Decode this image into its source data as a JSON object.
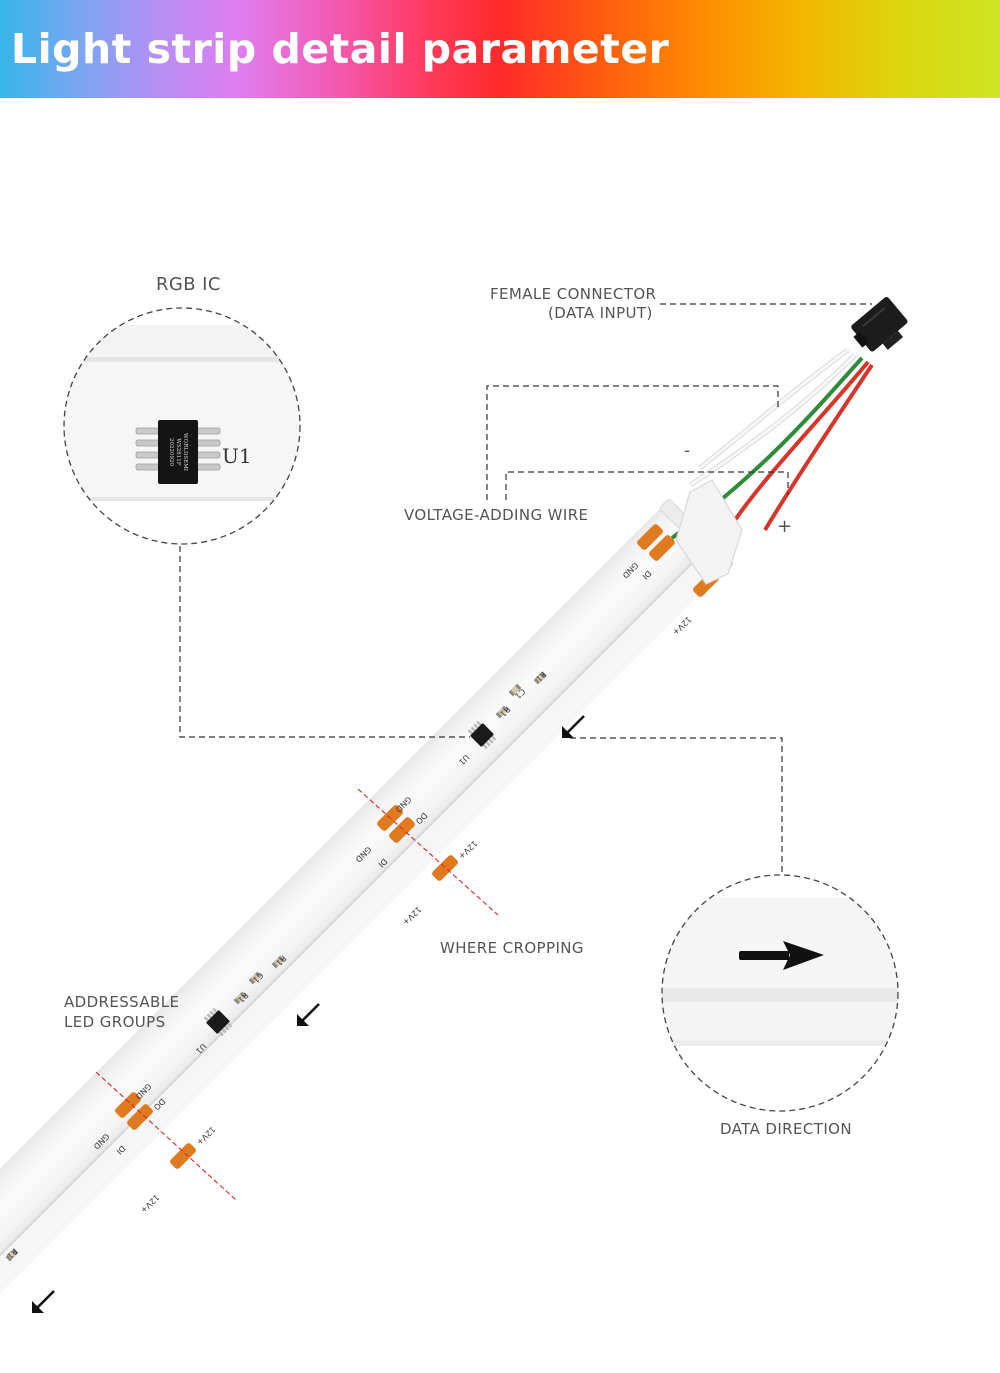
{
  "header": {
    "title": "Light strip detail parameter"
  },
  "labels": {
    "rgb_ic": "RGB IC",
    "female_connector_line1": "FEMALE CONNECTOR",
    "female_connector_line2": "(DATA INPUT)",
    "voltage_adding_wire": "VOLTAGE-ADDING WIRE",
    "minus": "-",
    "plus": "+",
    "where_cropping": "WHERE CROPPING",
    "addressable_line1": "ADDRESSABLE",
    "addressable_line2": "LED GROUPS",
    "data_direction": "DATA DIRECTION"
  },
  "ic_zoom": {
    "chip_text_line1": "WORLDSEMI",
    "chip_text_line2": "WS2811F",
    "chip_text_line3": "20220920",
    "designator": "U1"
  },
  "pcb_marks": {
    "gnd": "GND",
    "di": "DI",
    "do": "DO",
    "v12": "12V+",
    "u1": "U1",
    "r1": "R1",
    "c1": "C1"
  },
  "colors": {
    "pad": "#e07a1e",
    "cut_line": "#e0232a",
    "wire_red": "#d8342a",
    "wire_green": "#2f8a3a",
    "wire_white": "#f2f2f2"
  }
}
